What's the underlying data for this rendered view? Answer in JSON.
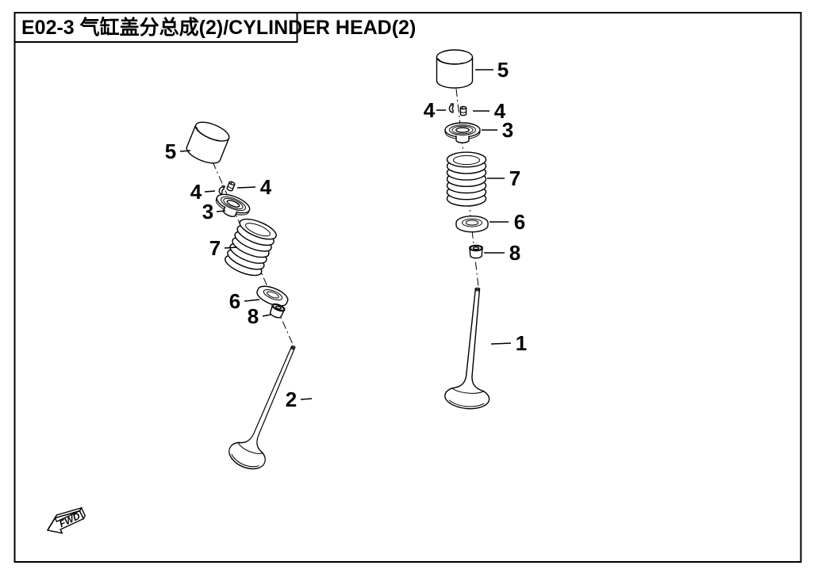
{
  "header": {
    "title": "E02-3 气缸盖分总成(2)/CYLINDER HEAD(2)"
  },
  "orientation_marker": {
    "label": "FWD"
  },
  "assemblies": {
    "left": {
      "callouts": [
        "5",
        "4",
        "4",
        "3",
        "7",
        "6",
        "8",
        "2"
      ]
    },
    "right": {
      "callouts": [
        "5",
        "4",
        "4",
        "3",
        "7",
        "6",
        "8",
        "1"
      ]
    }
  },
  "colors": {
    "ink": "#000000",
    "paper": "#ffffff"
  }
}
